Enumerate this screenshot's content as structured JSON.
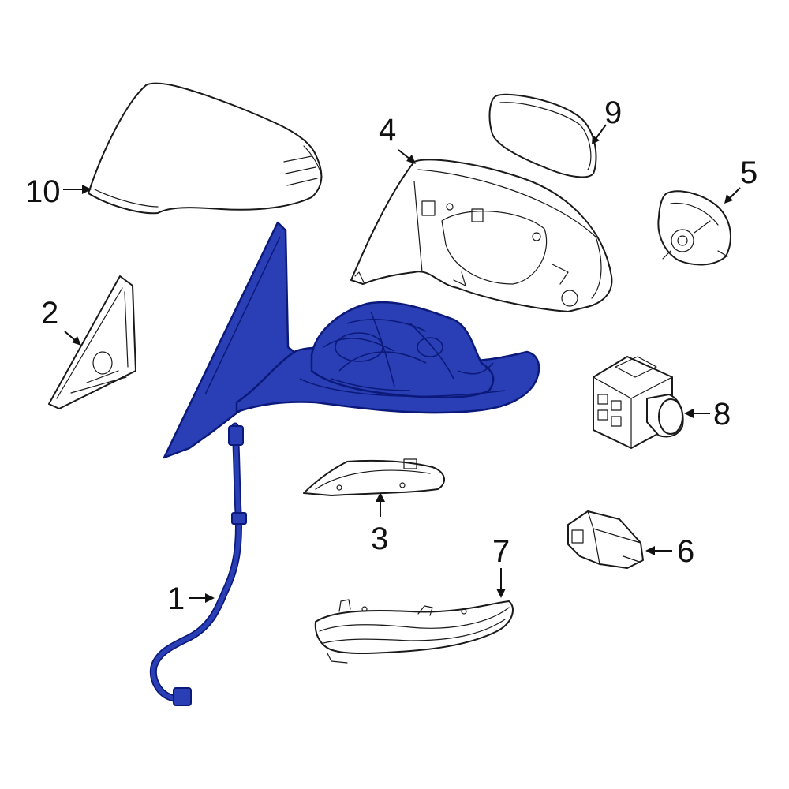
{
  "colors": {
    "highlight": "#2a3fb5",
    "highlight_dark": "#0b1a7a",
    "line": "#1a1a1a",
    "background": "#ffffff"
  },
  "callouts": {
    "c1": "1",
    "c2": "2",
    "c3": "3",
    "c4": "4",
    "c5": "5",
    "c6": "6",
    "c7": "7",
    "c8": "8",
    "c9": "9",
    "c10": "10"
  }
}
